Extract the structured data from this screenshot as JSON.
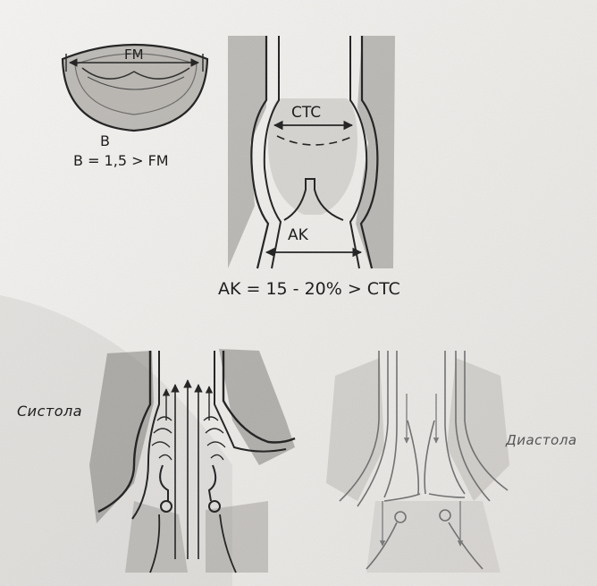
{
  "labels": {
    "fm": "FM",
    "b": "B",
    "b_formula": "B = 1,5 > FM",
    "ctc": "CTC",
    "ak": "AK",
    "ak_formula": "AK = 15 - 20% > CTC",
    "systole": "Систола",
    "diastole": "Диастола"
  },
  "colors": {
    "ink": "#1e1e1e",
    "pencil_shade": "#8a8a8a",
    "paper": "#efeeeb"
  }
}
